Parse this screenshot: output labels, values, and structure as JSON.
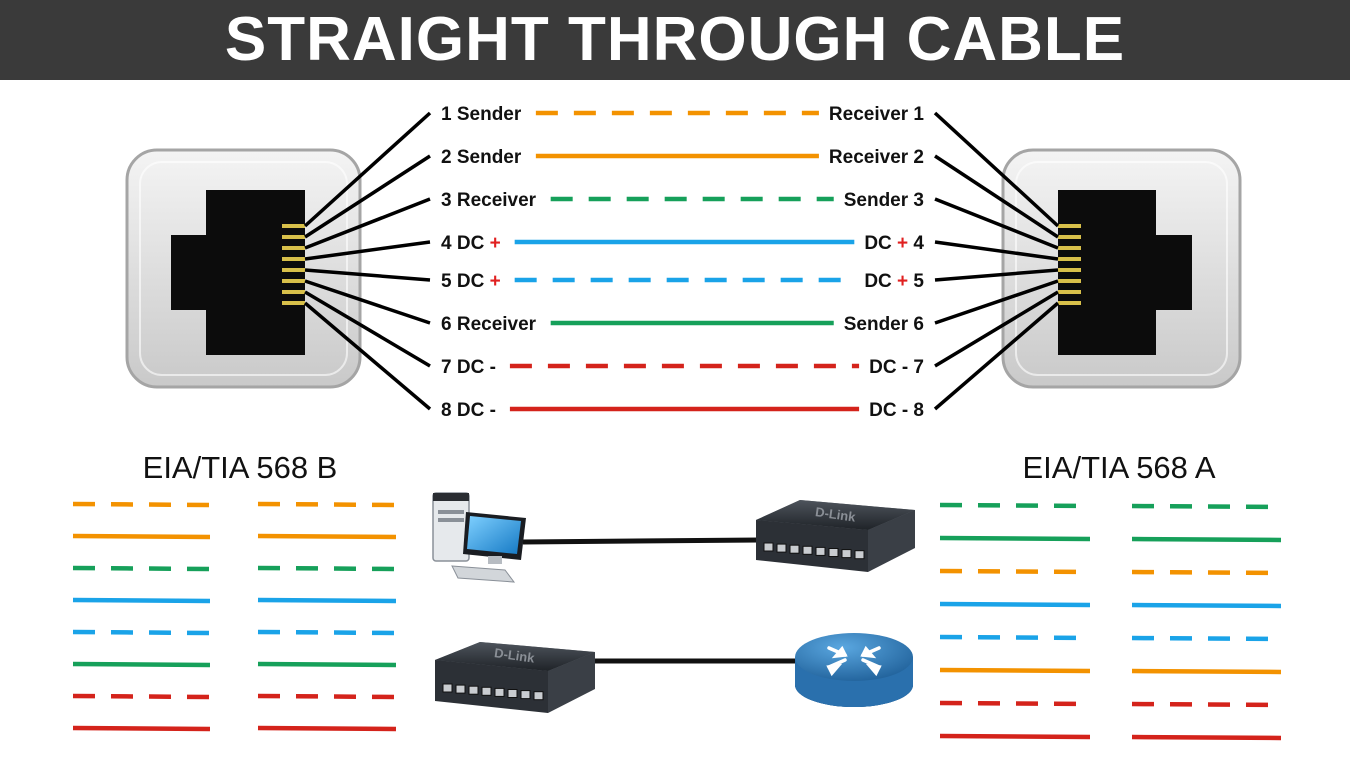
{
  "title": "STRAIGHT THROUGH CABLE",
  "colors": {
    "orange": "#f39200",
    "green": "#16a05a",
    "blue": "#1aa3e8",
    "red": "#d4231b",
    "title_bg": "#3a3a3a",
    "plus": "#e02020"
  },
  "pins": [
    {
      "left_label": "1 Sender",
      "left_plus": false,
      "right_label": "Receiver  1",
      "right_plus": false,
      "color": "orange",
      "style": "dashed"
    },
    {
      "left_label": "2 Sender",
      "left_plus": false,
      "right_label": "Receiver 2",
      "right_plus": false,
      "color": "orange",
      "style": "solid"
    },
    {
      "left_label": "3 Receiver",
      "left_plus": false,
      "right_label": "Sender 3",
      "right_plus": false,
      "color": "green",
      "style": "dashed"
    },
    {
      "left_label": "4 DC",
      "left_plus": true,
      "right_label": "DC",
      "right_num": "4",
      "right_plus": true,
      "color": "blue",
      "style": "solid"
    },
    {
      "left_label": "5 DC",
      "left_plus": true,
      "right_label": "DC",
      "right_num": "5",
      "right_plus": true,
      "color": "blue",
      "style": "dashed"
    },
    {
      "left_label": "6 Receiver",
      "left_plus": false,
      "right_label": "Sender 6",
      "right_plus": false,
      "color": "green",
      "style": "solid"
    },
    {
      "left_label": "7 DC -",
      "left_plus": false,
      "right_label": "DC - 7",
      "right_plus": false,
      "color": "red",
      "style": "dashed"
    },
    {
      "left_label": "8 DC -",
      "left_plus": false,
      "right_label": "DC - 8",
      "right_plus": false,
      "color": "red",
      "style": "solid"
    }
  ],
  "standard_b": {
    "title": "EIA/TIA 568 B",
    "wires": [
      {
        "color": "orange",
        "style": "dashed"
      },
      {
        "color": "orange",
        "style": "solid"
      },
      {
        "color": "green",
        "style": "dashed"
      },
      {
        "color": "blue",
        "style": "solid"
      },
      {
        "color": "blue",
        "style": "dashed"
      },
      {
        "color": "green",
        "style": "solid"
      },
      {
        "color": "red",
        "style": "dashed"
      },
      {
        "color": "red",
        "style": "solid"
      }
    ]
  },
  "standard_a": {
    "title": "EIA/TIA 568 A",
    "wires": [
      {
        "color": "green",
        "style": "dashed"
      },
      {
        "color": "green",
        "style": "solid"
      },
      {
        "color": "orange",
        "style": "dashed"
      },
      {
        "color": "blue",
        "style": "solid"
      },
      {
        "color": "blue",
        "style": "dashed"
      },
      {
        "color": "orange",
        "style": "solid"
      },
      {
        "color": "red",
        "style": "dashed"
      },
      {
        "color": "red",
        "style": "solid"
      }
    ]
  },
  "devices": {
    "switch_brand": "D-Link",
    "connections": [
      {
        "from": "computer",
        "to": "switch"
      },
      {
        "from": "switch",
        "to": "router"
      }
    ]
  }
}
